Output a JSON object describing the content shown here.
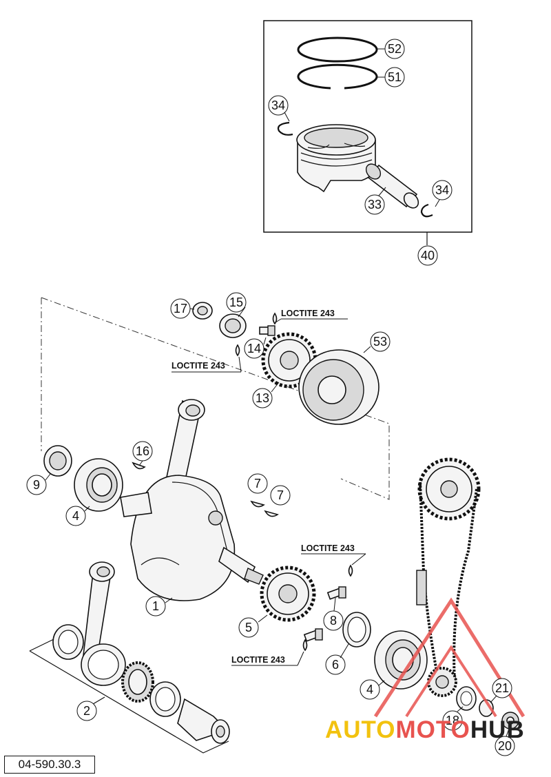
{
  "diagram_code": "04-590.30.3",
  "loctite_label": "LOCTITE 243",
  "callouts": {
    "p52": "52",
    "p51": "51",
    "p34a": "34",
    "p34b": "34",
    "p33": "33",
    "p40": "40",
    "p17": "17",
    "p15": "15",
    "p14": "14",
    "p13": "13",
    "p53": "53",
    "p16": "16",
    "p9": "9",
    "p4a": "4",
    "p7a": "7",
    "p7b": "7",
    "p1": "1",
    "p5": "5",
    "p8": "8",
    "p6": "6",
    "p2": "2",
    "p4b": "4",
    "p18": "18",
    "p21": "21",
    "p20": "20"
  },
  "watermark": {
    "part1": "AUTO",
    "part2": "MOTO",
    "part3": "HUB"
  },
  "colors": {
    "watermark_yellow": "#f2c20f",
    "watermark_red": "#e8534f",
    "watermark_dark": "#222222"
  }
}
